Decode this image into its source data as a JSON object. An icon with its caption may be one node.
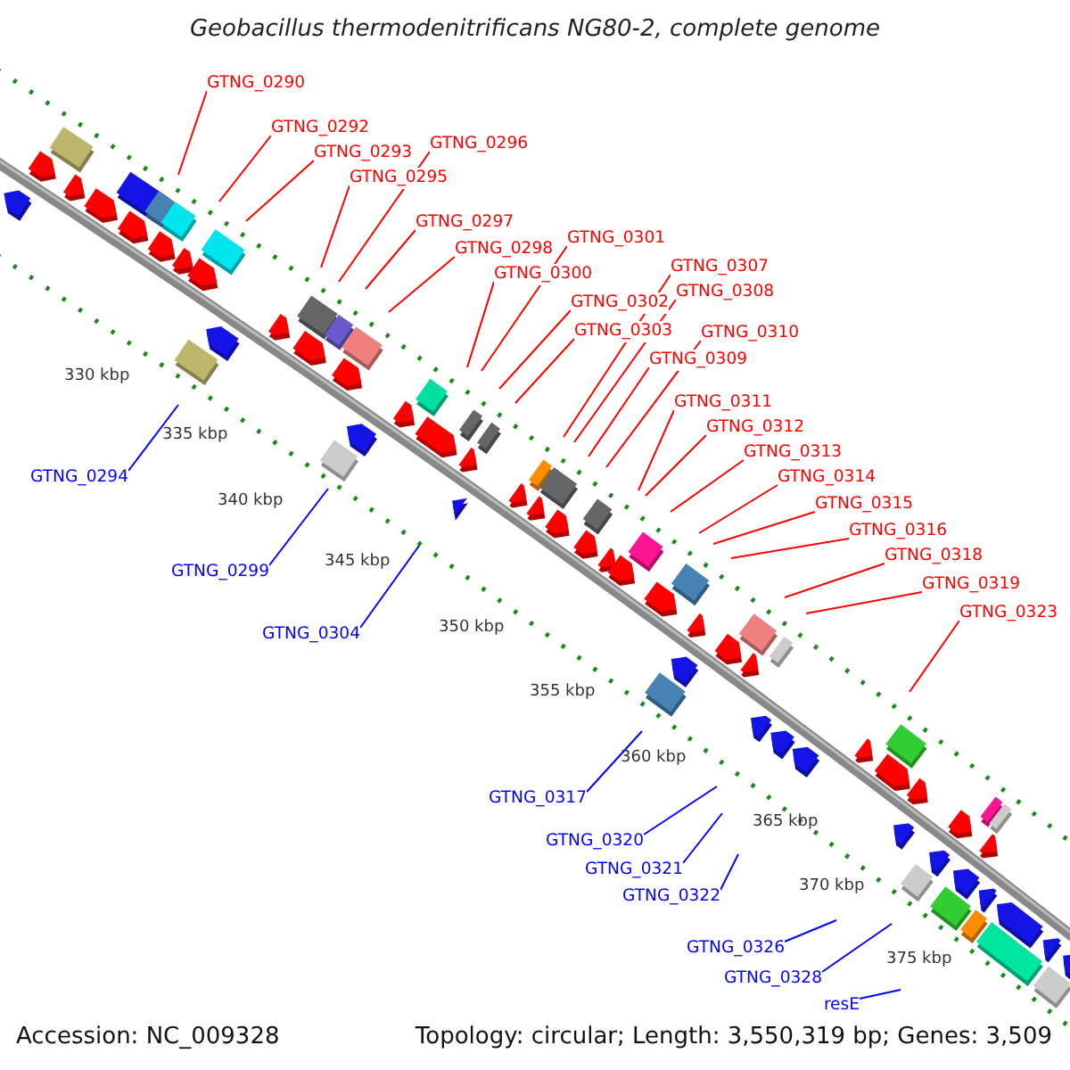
{
  "diagram": {
    "title": "Geobacillus thermodenitrificans NG80-2, complete genome",
    "nodes": [
      {
        "text": [
          "GTNG_0290"
        ]
      },
      {
        "text": [
          "GTNG_0292"
        ]
      },
      {
        "text": [
          "GTNG_0293"
        ]
      },
      {
        "text": [
          "GTNG_0296"
        ]
      },
      {
        "text": [
          "GTNG_0295"
        ]
      },
      {
        "text": [
          "GTNG_0297"
        ]
      },
      {
        "text": [
          "GTNG_0298"
        ]
      },
      {
        "text": [
          "GTNG_0301"
        ]
      },
      {
        "text": [
          "GTNG_0300"
        ]
      },
      {
        "text": [
          "GTNG_0302"
        ]
      },
      {
        "text": [
          "GTNG_0303"
        ]
      },
      {
        "text": [
          "GTNG_0307"
        ]
      },
      {
        "text": [
          "GTNG_0308"
        ]
      },
      {
        "text": [
          "GTNG_0310"
        ]
      },
      {
        "text": [
          "GTNG_0309"
        ]
      },
      {
        "text": [
          "GTNG_0311"
        ]
      },
      {
        "text": [
          "GTNG_0312"
        ]
      },
      {
        "text": [
          "GTNG_0313"
        ]
      },
      {
        "text": [
          "GTNG_0314"
        ]
      },
      {
        "text": [
          "GTNG_0315"
        ]
      },
      {
        "text": [
          "GTNG_0316"
        ]
      },
      {
        "text": [
          "GTNG_0318"
        ]
      },
      {
        "text": [
          "GTNG_0319"
        ]
      },
      {
        "text": [
          "GTNG_0323"
        ]
      },
      {
        "text": [
          "GTNG_0294"
        ]
      },
      {
        "text": [
          "GTNG_0299"
        ]
      },
      {
        "text": [
          "GTNG_0304"
        ]
      },
      {
        "text": [
          "GTNG_0317"
        ]
      },
      {
        "text": [
          "GTNG_0320"
        ]
      },
      {
        "text": [
          "GTNG_0321"
        ]
      },
      {
        "text": [
          "GTNG_0322"
        ]
      },
      {
        "text": [
          "GTNG_0326"
        ]
      },
      {
        "text": [
          "GTNG_0328"
        ]
      },
      {
        "text": [
          "resE"
        ]
      }
    ],
    "edges": [
      {
        "from": 0,
        "to": null,
        "arrow": "none"
      },
      {
        "from": 1,
        "to": null,
        "arrow": "none"
      },
      {
        "from": 2,
        "to": null,
        "arrow": "none"
      },
      {
        "from": 3,
        "to": null,
        "arrow": "none"
      },
      {
        "from": 4,
        "to": null,
        "arrow": "none"
      },
      {
        "from": 5,
        "to": null,
        "arrow": "none"
      },
      {
        "from": 6,
        "to": null,
        "arrow": "none"
      },
      {
        "from": 7,
        "to": null,
        "arrow": "none"
      },
      {
        "from": 8,
        "to": null,
        "arrow": "none"
      },
      {
        "from": 9,
        "to": null,
        "arrow": "none"
      },
      {
        "from": 10,
        "to": null,
        "arrow": "none"
      },
      {
        "from": 11,
        "to": null,
        "arrow": "none"
      },
      {
        "from": 12,
        "to": null,
        "arrow": "none"
      },
      {
        "from": 13,
        "to": null,
        "arrow": "none"
      },
      {
        "from": 14,
        "to": null,
        "arrow": "none"
      },
      {
        "from": 15,
        "to": null,
        "arrow": "none"
      },
      {
        "from": 16,
        "to": null,
        "arrow": "none"
      },
      {
        "from": 17,
        "to": null,
        "arrow": "none"
      },
      {
        "from": 18,
        "to": null,
        "arrow": "none"
      },
      {
        "from": 19,
        "to": null,
        "arrow": "none"
      },
      {
        "from": 20,
        "to": null,
        "arrow": "none"
      },
      {
        "from": 21,
        "to": null,
        "arrow": "none"
      },
      {
        "from": 22,
        "to": null,
        "arrow": "none"
      },
      {
        "from": 23,
        "to": null,
        "arrow": "none"
      },
      {
        "from": 24,
        "to": null,
        "arrow": "none",
        "color": "#0000ff"
      },
      {
        "from": 25,
        "to": null,
        "arrow": "none",
        "color": "#0000ff"
      },
      {
        "from": 26,
        "to": null,
        "arrow": "none",
        "color": "#0000ff"
      },
      {
        "from": 27,
        "to": null,
        "arrow": "none",
        "color": "#0000ff"
      },
      {
        "from": 28,
        "to": null,
        "arrow": "none",
        "color": "#0000ff"
      },
      {
        "from": 29,
        "to": null,
        "arrow": "none",
        "color": "#0000ff"
      },
      {
        "from": 30,
        "to": null,
        "arrow": "none",
        "color": "#0000ff"
      },
      {
        "from": 31,
        "to": null,
        "arrow": "none",
        "color": "#0000ff"
      },
      {
        "from": 32,
        "to": null,
        "arrow": "none",
        "color": "#0000ff"
      },
      {
        "from": 33,
        "to": null,
        "arrow": "none",
        "color": "#0000ff"
      }
    ],
    "labels": [
      "330 kbp",
      "335 kbp",
      "340 kbp",
      "345 kbp",
      "350 kbp",
      "355 kbp",
      "360 kbp",
      "365 kbp",
      "370 kbp",
      "375 kbp",
      "Accession: NC_009328",
      "Topology: circular; Length: 3,550,319 bp; Genes: 3,509"
    ]
  }
}
